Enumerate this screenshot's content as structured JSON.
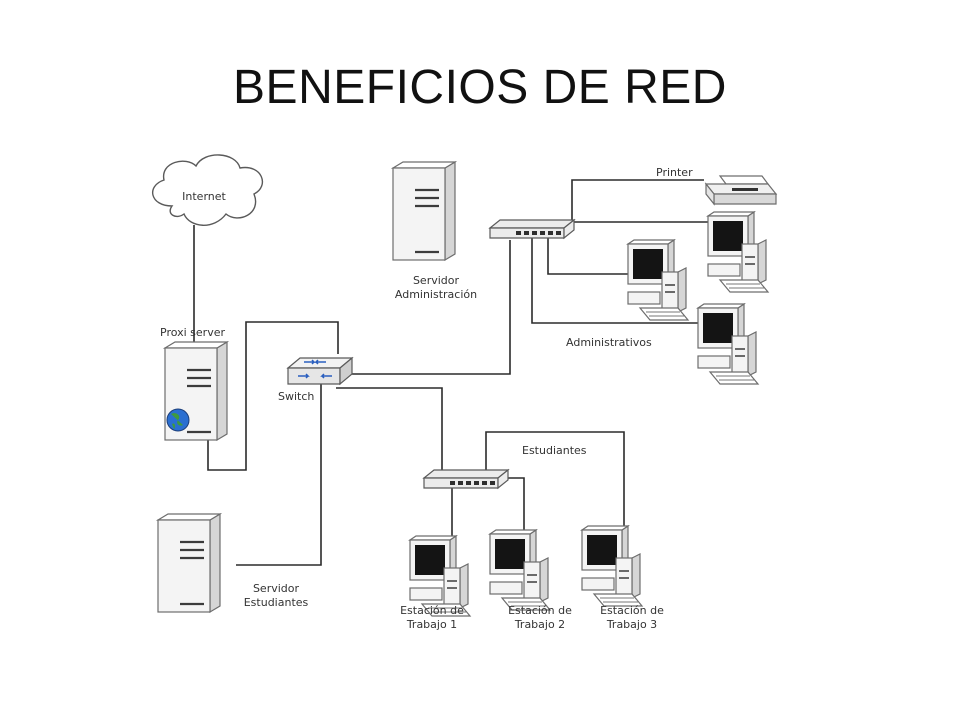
{
  "slide": {
    "title": "BENEFICIOS DE RED"
  },
  "diagram": {
    "labels": {
      "internet": "Internet",
      "proxy": "Proxi server",
      "switch": "Switch",
      "servidor_admin_1": "Servidor",
      "servidor_admin_2": "Administración",
      "printer": "Printer",
      "administrativos": "Administrativos",
      "estudiantes": "Estudiantes",
      "servidor_est_1": "Servidor",
      "servidor_est_2": "Estudiantes",
      "ws1_1": "Estación de",
      "ws1_2": "Trabajo 1",
      "ws2_1": "Estación de",
      "ws2_2": "Trabajo 2",
      "ws3_1": "Estación de",
      "ws3_2": "Trabajo 3"
    }
  }
}
